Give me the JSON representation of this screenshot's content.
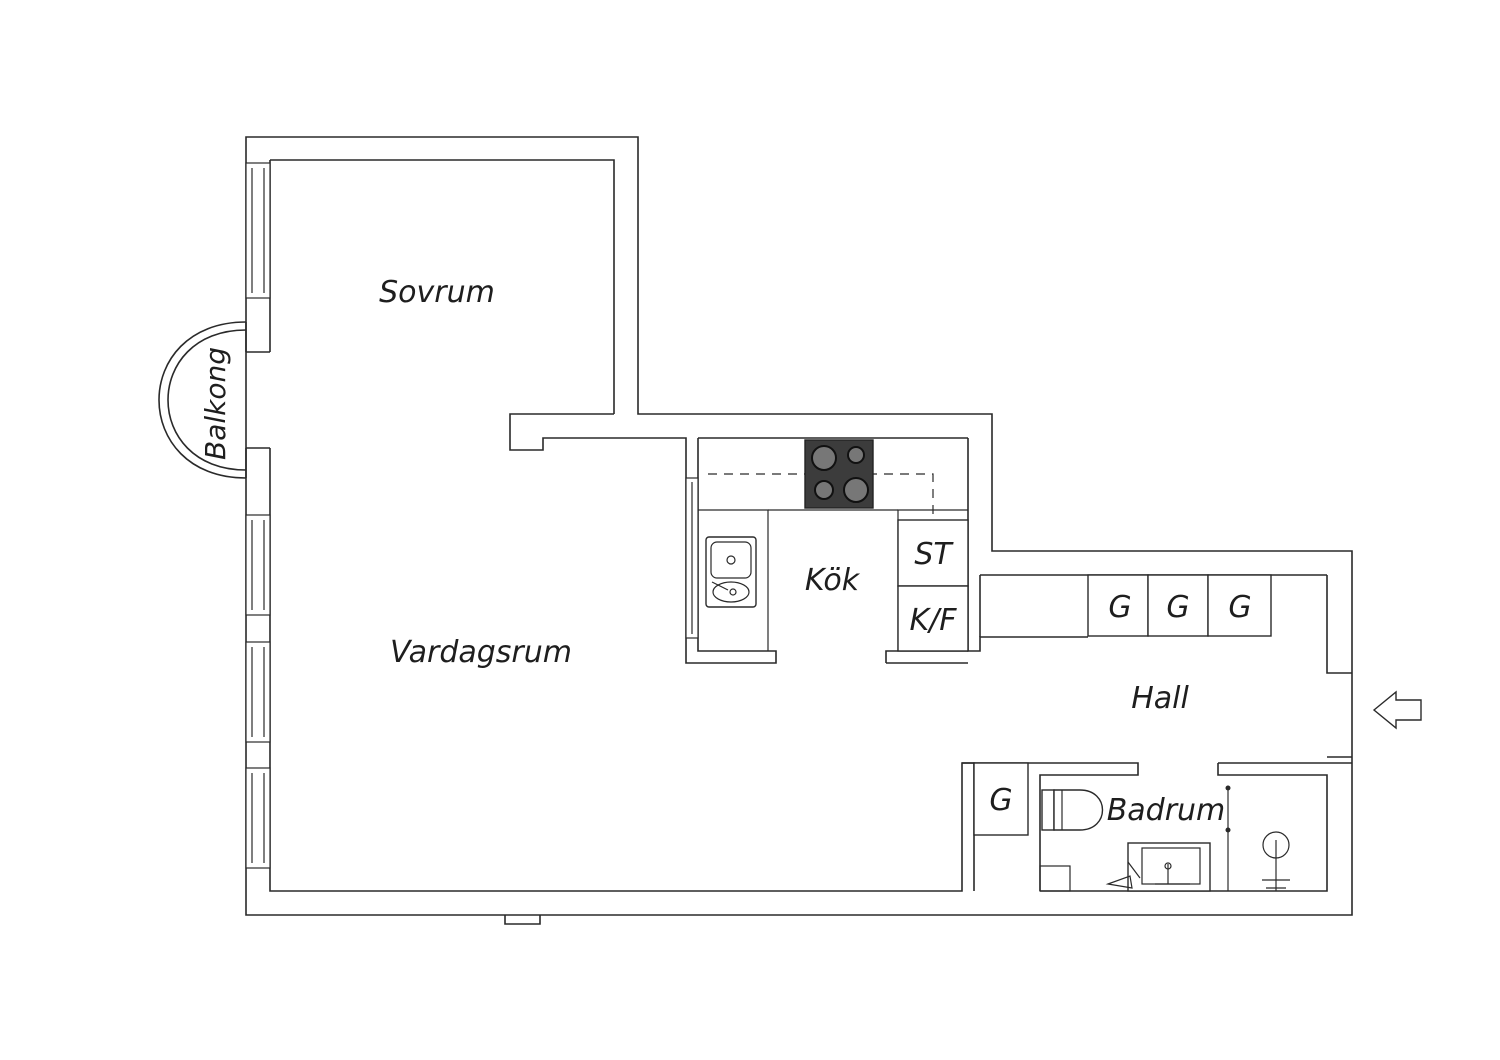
{
  "rooms": {
    "sovrum": "Sovrum",
    "vardagsrum": "Vardagsrum",
    "kok": "Kök",
    "hall": "Hall",
    "badrum": "Badrum",
    "balkong": "Balkong"
  },
  "fixtures": {
    "stove_box": "ST",
    "fridge_box": "K/F",
    "wardrobes": [
      "G",
      "G",
      "G"
    ],
    "bath_wardrobe": "G"
  },
  "entrance_arrow": "arrow-left-icon",
  "colors": {
    "line": "#2a2a2a",
    "hob": "#3c3c3c",
    "background": "#ffffff"
  }
}
